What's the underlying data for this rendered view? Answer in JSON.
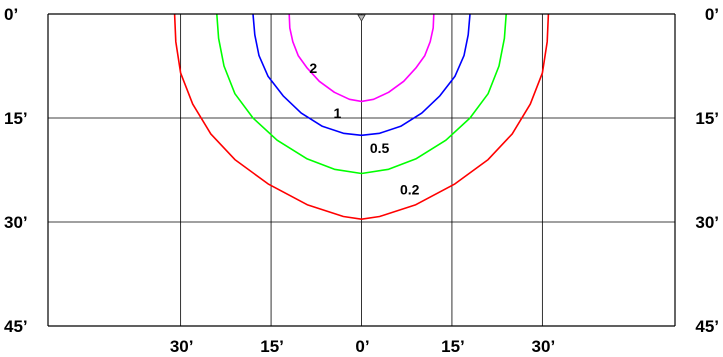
{
  "chart_data": {
    "type": "line",
    "title": "",
    "xlabel": "",
    "ylabel": "",
    "tick_unit_mark": "’",
    "x_ticks": [
      "30",
      "15",
      "0",
      "15",
      "30"
    ],
    "x_tick_values": [
      -30,
      -15,
      0,
      15,
      30
    ],
    "y_ticks": [
      "0",
      "15",
      "30",
      "45"
    ],
    "y_tick_values": [
      0,
      15,
      30,
      45
    ],
    "xlim": [
      -52,
      52
    ],
    "ylim": [
      0,
      45
    ],
    "y_inverted": true,
    "grid": true,
    "source_marker": "down-triangle",
    "series": [
      {
        "name": "2",
        "color": "#ff00ff",
        "label_point": [
          -8,
          8
        ],
        "x": [
          -12,
          -11.9,
          -11.4,
          -10.5,
          -9,
          -7,
          -4.5,
          -2,
          0,
          2,
          4.5,
          7,
          9,
          10.5,
          11.4,
          11.9,
          12
        ],
        "y": [
          0,
          2,
          4,
          6,
          7.8,
          9.7,
          11.3,
          12.3,
          12.6,
          12.3,
          11.3,
          9.7,
          7.8,
          6,
          4,
          2,
          0
        ]
      },
      {
        "name": "1",
        "color": "#0000ff",
        "label_point": [
          -4,
          14.5
        ],
        "x": [
          -18,
          -17.7,
          -17,
          -15.5,
          -13,
          -10,
          -6.5,
          -3,
          0,
          3,
          6.5,
          10,
          13,
          15.5,
          17,
          17.7,
          18
        ],
        "y": [
          0,
          3,
          6,
          9,
          11.8,
          14.3,
          16.2,
          17.2,
          17.5,
          17.2,
          16.2,
          14.3,
          11.8,
          9,
          6,
          3,
          0
        ]
      },
      {
        "name": "0.5",
        "color": "#00ff00",
        "label_point": [
          3,
          19.5
        ],
        "x": [
          -24,
          -23.7,
          -22.8,
          -21,
          -18,
          -14,
          -9,
          -4.5,
          0,
          4.5,
          9,
          14,
          18,
          21,
          22.8,
          23.7,
          24
        ],
        "y": [
          0,
          3.5,
          7.5,
          11.5,
          15,
          18.2,
          20.9,
          22.4,
          23,
          22.4,
          20.9,
          18.2,
          15,
          11.5,
          7.5,
          3.5,
          0
        ]
      },
      {
        "name": "0.2",
        "color": "#ff0000",
        "label_point": [
          8,
          25.5
        ],
        "x": [
          -31,
          -30.8,
          -30,
          -28,
          -25,
          -21,
          -15.5,
          -9,
          -3,
          0,
          3,
          9,
          15.5,
          21,
          25,
          28,
          30,
          30.8,
          31
        ],
        "y": [
          0,
          4,
          8.5,
          13,
          17.3,
          21,
          24.5,
          27.5,
          29.2,
          29.6,
          29.2,
          27.5,
          24.5,
          21,
          17.3,
          13,
          8.5,
          4,
          0
        ]
      }
    ]
  }
}
